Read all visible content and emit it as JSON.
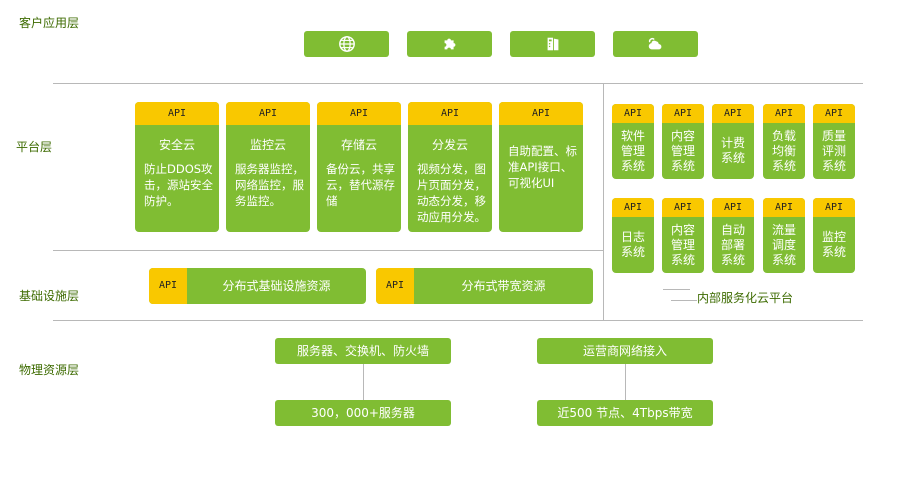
{
  "layers": {
    "client": "客户应用层",
    "platform": "平台层",
    "infrastructure": "基础设施层",
    "physical": "物理资源层"
  },
  "client_apps": [
    {
      "icon": "globe-icon"
    },
    {
      "icon": "puzzle-icon"
    },
    {
      "icon": "device-icon"
    },
    {
      "icon": "cloud-icon"
    }
  ],
  "api_label": "API",
  "platform_cards": [
    {
      "title": "安全云",
      "desc": "防止DDOS攻击，源站安全防护。"
    },
    {
      "title": "监控云",
      "desc": "服务器监控，网络监控，服务监控。"
    },
    {
      "title": "存储云",
      "desc": "备份云，共享云，替代源存储"
    },
    {
      "title": "分发云",
      "desc": "视频分发，图片页面分发，动态分发，移动应用分发。"
    },
    {
      "title": "",
      "desc": "自助配置、标准API接口、可视化UI"
    }
  ],
  "internal_systems_row1": [
    "软件管理系统",
    "内容管理系统",
    "计费系统",
    "负载均衡系统",
    "质量评测系统"
  ],
  "internal_systems_row2": [
    "日志系统",
    "内容管理系统",
    "自动部署系统",
    "流量调度系统",
    "监控系统"
  ],
  "internal_platform_caption": "内部服务化云平台",
  "infrastructure": [
    "分布式基础设施资源",
    "分布式带宽资源"
  ],
  "physical": {
    "left_top": "服务器、交换机、防火墙",
    "left_bottom": "300，000+服务器",
    "right_top": "运营商网络接入",
    "right_bottom": "近500 节点、4Tbps带宽"
  },
  "colors": {
    "green": "#80bd33",
    "yellow": "#f9c800",
    "label": "#3d6b00",
    "divider": "#b8b8b8"
  }
}
